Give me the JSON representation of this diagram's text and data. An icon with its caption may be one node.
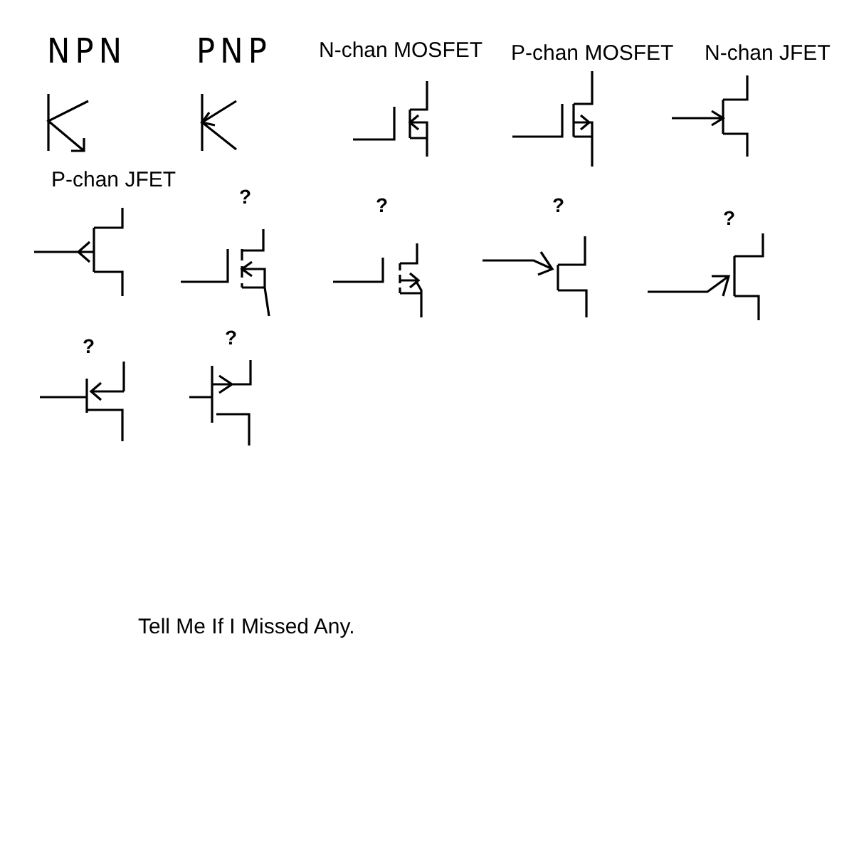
{
  "diagram": {
    "labels": [
      "NPN",
      "PNP",
      "N-chan MOSFET",
      "P-chan MOSFET",
      "N-chan JFET",
      "P-chan JFET",
      "?",
      "?",
      "?",
      "?",
      "?",
      "?",
      "Tell Me If I Missed Any."
    ]
  }
}
